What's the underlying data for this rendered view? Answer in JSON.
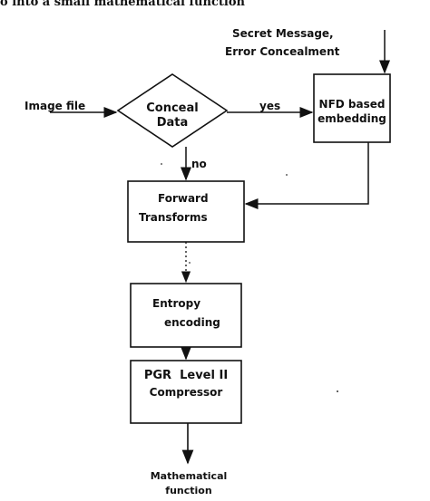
{
  "header_text": "o into a small mathematical function",
  "inputs": {
    "image_file": "Image file",
    "secret_message_line1": "Secret Message,",
    "secret_message_line2": "Error Concealment"
  },
  "decision": {
    "line1": "Conceal",
    "line2": "Data",
    "yes_label": "yes",
    "no_label": "no"
  },
  "boxes": {
    "nfd_line1": "NFD based",
    "nfd_line2": "embedding",
    "forward_line1": "Forward",
    "forward_line2": "Transforms",
    "entropy_line1": "Entropy",
    "entropy_line2": "encoding",
    "pgr_line1": "PGR  Level II",
    "pgr_line2": "Compressor"
  },
  "output": {
    "line1": "Mathematical",
    "line2": "function"
  }
}
